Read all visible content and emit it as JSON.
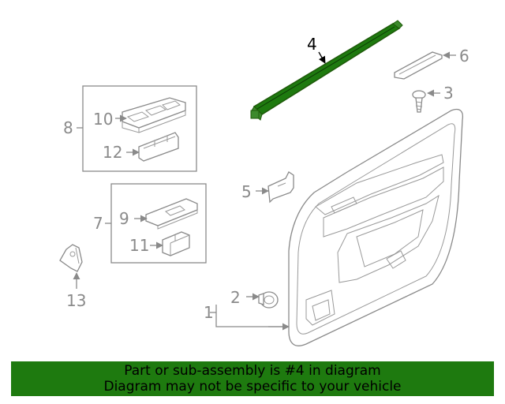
{
  "diagram": {
    "callouts": {
      "c1": "1",
      "c2": "2",
      "c3": "3",
      "c4": "4",
      "c5": "5",
      "c6": "6",
      "c7": "7",
      "c8": "8",
      "c9": "9",
      "c10": "10",
      "c11": "11",
      "c12": "12",
      "c13": "13"
    },
    "highlight_color": "#1e7a0f"
  },
  "banner": {
    "line1": "Part or sub-assembly is #4 in diagram",
    "line2": "Diagram may not be specific to your vehicle",
    "background": "#1e7a0f"
  }
}
